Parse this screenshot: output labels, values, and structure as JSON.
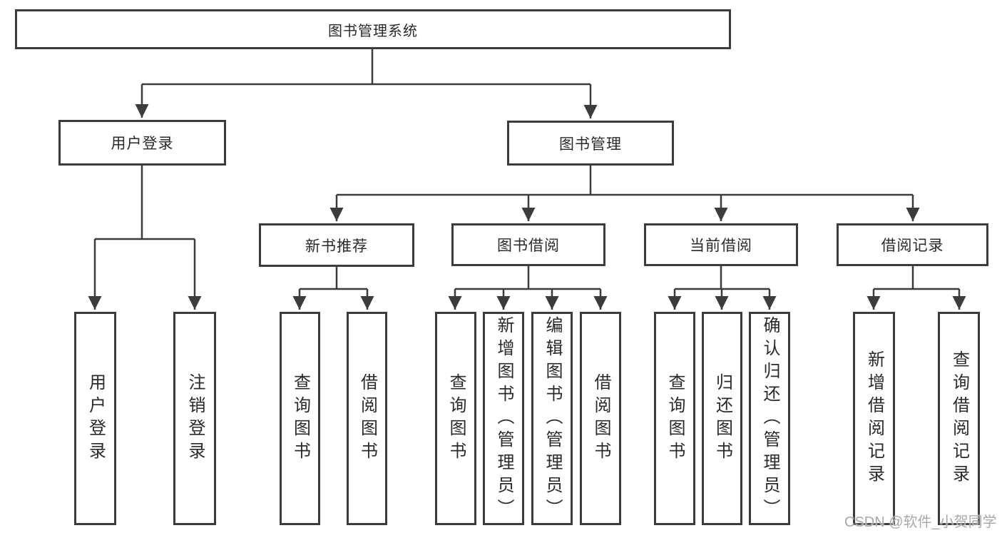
{
  "colors": {
    "line": "#3c3c3c",
    "box_border": "#3c3c3c",
    "label_text": "#2a2a2a",
    "watermark_text": "#a9a9a9",
    "background": "#ffffff"
  },
  "root": {
    "label": "图书管理系统"
  },
  "branches": {
    "user": {
      "label": "用户登录",
      "leaves": [
        {
          "label": "用户登录"
        },
        {
          "label": "注销登录"
        }
      ]
    },
    "book": {
      "label": "图书管理",
      "groups": [
        {
          "label": "新书推荐",
          "leaves": [
            {
              "label": "查询图书"
            },
            {
              "label": "借阅图书"
            }
          ]
        },
        {
          "label": "图书借阅",
          "leaves": [
            {
              "label": "查询图书"
            },
            {
              "label": "新增图书（管理员）"
            },
            {
              "label": "编辑图书（管理员）"
            },
            {
              "label": "借阅图书"
            }
          ]
        },
        {
          "label": "当前借阅",
          "leaves": [
            {
              "label": "查询图书"
            },
            {
              "label": "归还图书"
            },
            {
              "label": "确认归还（管理员）"
            }
          ]
        },
        {
          "label": "借阅记录",
          "leaves": [
            {
              "label": "新增借阅记录"
            },
            {
              "label": "查询借阅记录"
            }
          ]
        }
      ]
    }
  },
  "watermark": {
    "text": "CSDN @软件_小贺同学"
  }
}
